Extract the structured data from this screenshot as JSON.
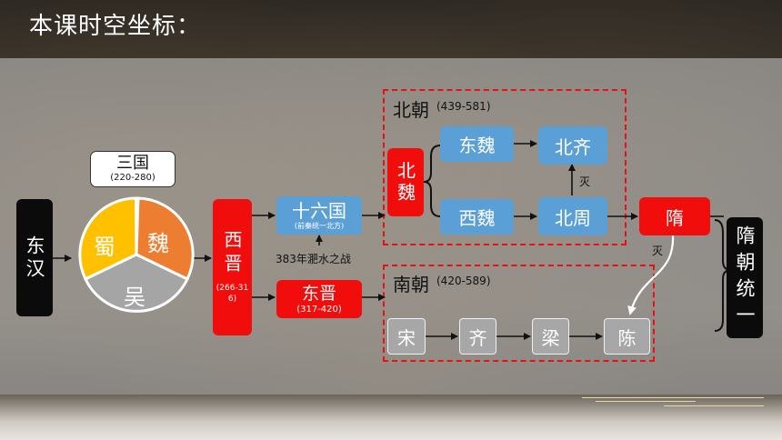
{
  "header": {
    "title": "本课时空坐标："
  },
  "nodes": {
    "donghan": "东汉",
    "sanguo": "三国",
    "sanguo_years": "(220-280)",
    "shu": "蜀",
    "wei": "魏",
    "wu": "吴",
    "xijin": "西晋",
    "xijin_years": "(266-316)",
    "shiliuguo": "十六国",
    "shiliuguo_note": "(前秦统一北方)",
    "feishui": "383年淝水之战",
    "dongjin": "东晋",
    "dongjin_years": "(317-420)",
    "beichao": "北朝",
    "beichao_years": "(439-581)",
    "beiwei": "北魏",
    "dongwei": "东魏",
    "xiwei": "西魏",
    "beiqi": "北齐",
    "beizhou": "北周",
    "mie1": "灭",
    "mie2": "灭",
    "nanchao": "南朝",
    "nanchao_years": "(420-589)",
    "song": "宋",
    "qi": "齐",
    "liang": "梁",
    "chen": "陈",
    "sui": "隋",
    "sui_unify": "隋朝统一"
  },
  "colors": {
    "blue": "#5a9fd6",
    "red": "#f20d0d",
    "orange": "#ed7d31",
    "gold": "#ffc000",
    "grey": "#a7a7a7"
  }
}
